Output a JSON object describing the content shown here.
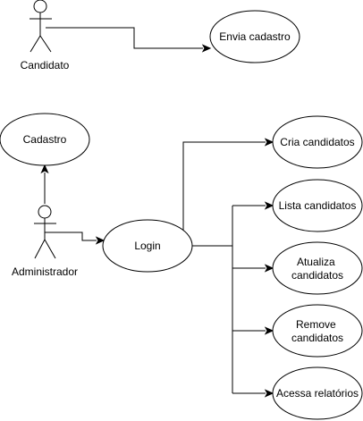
{
  "diagram": {
    "actors": {
      "candidato": "Candidato",
      "administrador": "Administrador"
    },
    "use_cases": {
      "envia_cadastro": "Envia cadastro",
      "cadastro": "Cadastro",
      "login": "Login",
      "cria_candidatos": "Cria candidatos",
      "lista_candidatos": "Lista candidatos",
      "atualiza_candidatos": [
        "Atualiza",
        "candidatos"
      ],
      "remove_candidatos": [
        "Remove",
        "candidatos"
      ],
      "acessa_relatorios": "Acessa relatórios"
    },
    "colors": {
      "stroke": "#000000",
      "fill": "#ffffff",
      "background": "#ffffff"
    }
  }
}
